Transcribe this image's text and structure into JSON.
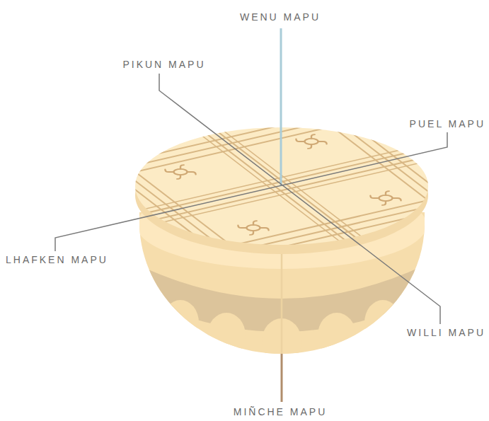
{
  "diagram": {
    "labels": [
      "WENU MAPU",
      "PIKUN MAPU",
      "PUEL MAPU",
      "LHAFKEN MAPU",
      "WILLI MAPU",
      "MIÑCHE MAPU"
    ]
  }
}
